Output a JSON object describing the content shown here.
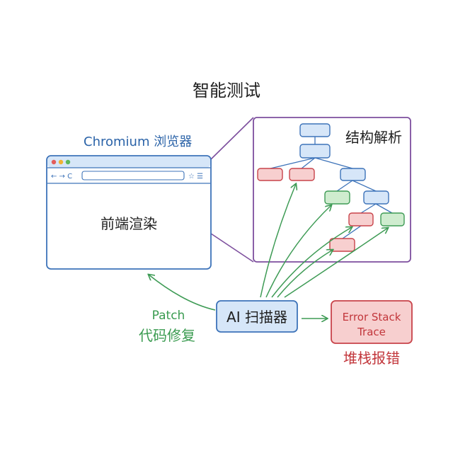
{
  "title": "智能测试",
  "browser": {
    "label": "Chromium 浏览器",
    "nav_glyphs": "← → C",
    "menu_glyphs": "☆ ☰",
    "content_text": "前端渲染"
  },
  "tree_panel": {
    "label": "结构解析"
  },
  "scanner": {
    "label": "AI 扫描器"
  },
  "error": {
    "box_text": "Error Stack Trace",
    "caption": "堆栈报错"
  },
  "patch": {
    "label": "Patch",
    "caption": "代码修复"
  },
  "colors": {
    "blue_stroke": "#3d73b9",
    "blue_fill": "#d6e6f8",
    "red_stroke": "#c8434a",
    "red_fill": "#f7cfcf",
    "green_stroke": "#3e9b55",
    "green_fill": "#cfeccf",
    "purple_stroke": "#7d4f9e",
    "chromium_text": "#2b63a8"
  }
}
